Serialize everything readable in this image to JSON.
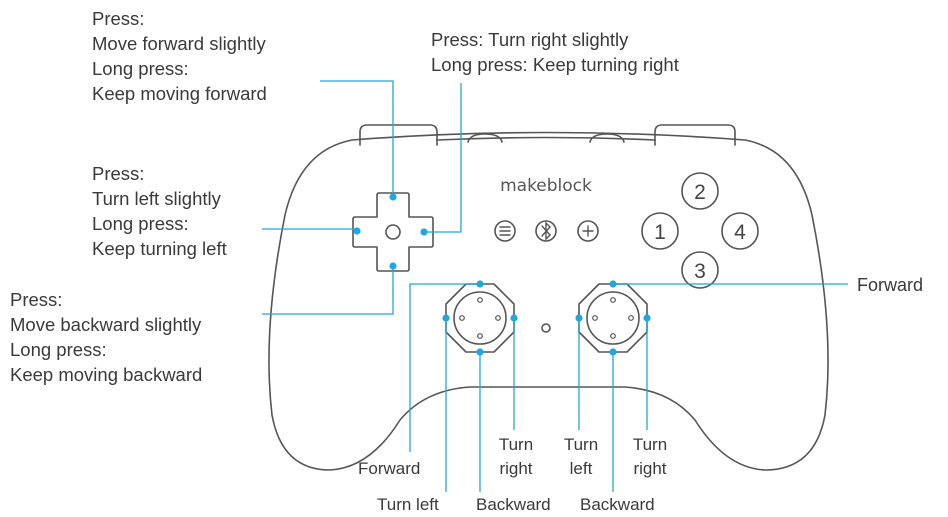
{
  "brand": "makeblock",
  "accent_color": "#1ea7e1",
  "outline_color": "#555555",
  "dpad": {
    "up": [
      "Press:",
      "Move forward slightly",
      "Long press:",
      "Keep moving forward"
    ],
    "right": [
      "Press: Turn right slightly",
      "Long press: Keep turning right"
    ],
    "left": [
      "Press:",
      "Turn left slightly",
      "Long press:",
      "Keep turning left"
    ],
    "down": [
      "Press:",
      "Move backward slightly",
      "Long press:",
      "Keep moving backward"
    ]
  },
  "center_buttons": {
    "menu_icon": "menu-icon",
    "bluetooth_icon": "bluetooth-icon",
    "plus_icon": "plus-icon"
  },
  "face_buttons": [
    "1",
    "2",
    "3",
    "4"
  ],
  "left_stick": {
    "forward": "Forward",
    "left": "Turn left",
    "backward": "Backward",
    "right": [
      "Turn",
      "right"
    ]
  },
  "right_stick": {
    "forward": "Forward",
    "left": [
      "Turn",
      "left"
    ],
    "backward": "Backward",
    "right": [
      "Turn",
      "right"
    ]
  }
}
